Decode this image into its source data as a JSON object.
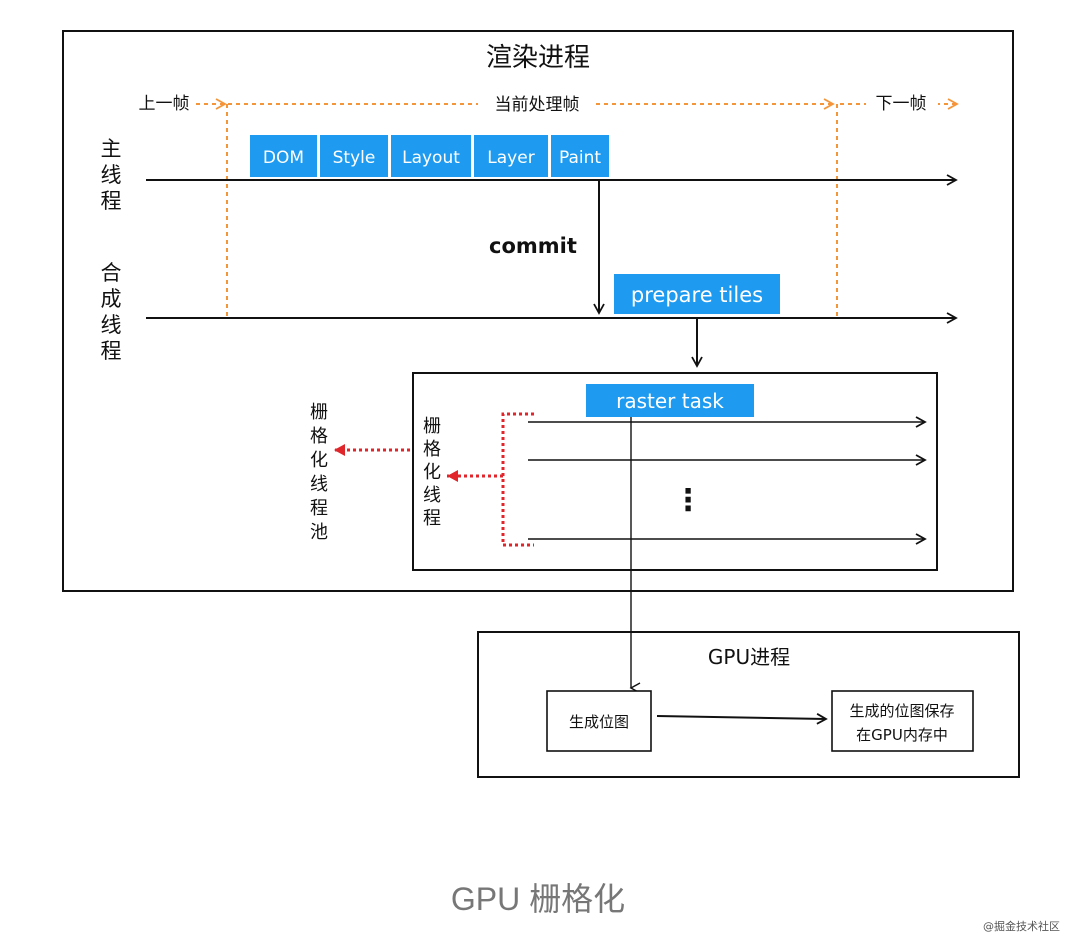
{
  "render_process": {
    "title": "渲染进程"
  },
  "frames": {
    "prev": "上一帧",
    "current": "当前处理帧",
    "next": "下一帧"
  },
  "main_thread": {
    "label": "主线程",
    "stages": [
      "DOM",
      "Style",
      "Layout",
      "Layer",
      "Paint"
    ]
  },
  "commit_label": "commit",
  "compositor_thread": {
    "label": "合成线程",
    "prepare_tiles": "prepare tiles"
  },
  "raster_task": "raster task",
  "raster_thread": "栅格化线程",
  "raster_pool": "栅格化线程池",
  "ellipsis": "⋮",
  "gpu_process": {
    "title": "GPU进程",
    "generate_bitmap": "生成位图",
    "stored_line1": "生成的位图保存",
    "stored_line2": "在GPU内存中"
  },
  "caption": "GPU 栅格化",
  "watermark": "@掘金技术社区",
  "colors": {
    "stage_blue": "#1e9bf0",
    "frame_orange": "#f5953a",
    "pool_red": "#e0262b"
  }
}
